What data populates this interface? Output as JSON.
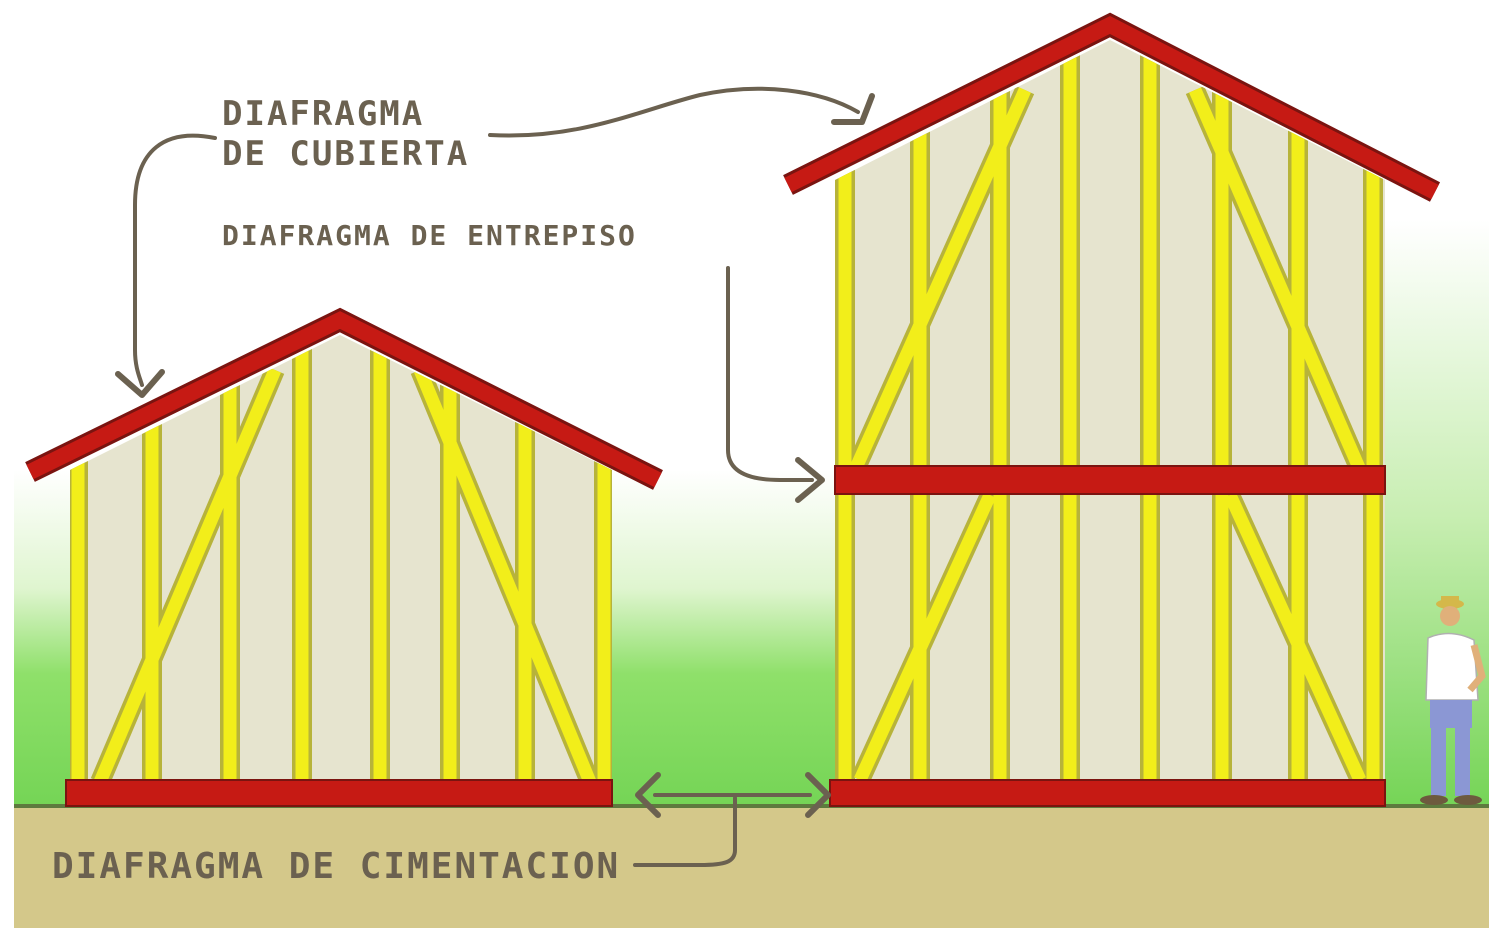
{
  "labels": {
    "roof_line1": "DIAFRAGMA",
    "roof_line2": "DE CUBIERTA",
    "floor": "DIAFRAGMA DE ENTREPISO",
    "foundation": "DIAFRAGMA DE CIMENTACION"
  },
  "colors": {
    "background": "#ffffff",
    "grass_top": "#ffffff",
    "grass": "#7fd95a",
    "ground": "#d4c88a",
    "wall": "#e6e4cf",
    "stud": "#f2ee1a",
    "stud_edge": "#b7b33a",
    "diaphragm": "#c61a14",
    "annotation": "#6b6150"
  },
  "icons": {
    "person": "worker-figure-icon",
    "arrows": "arrow-icon"
  }
}
